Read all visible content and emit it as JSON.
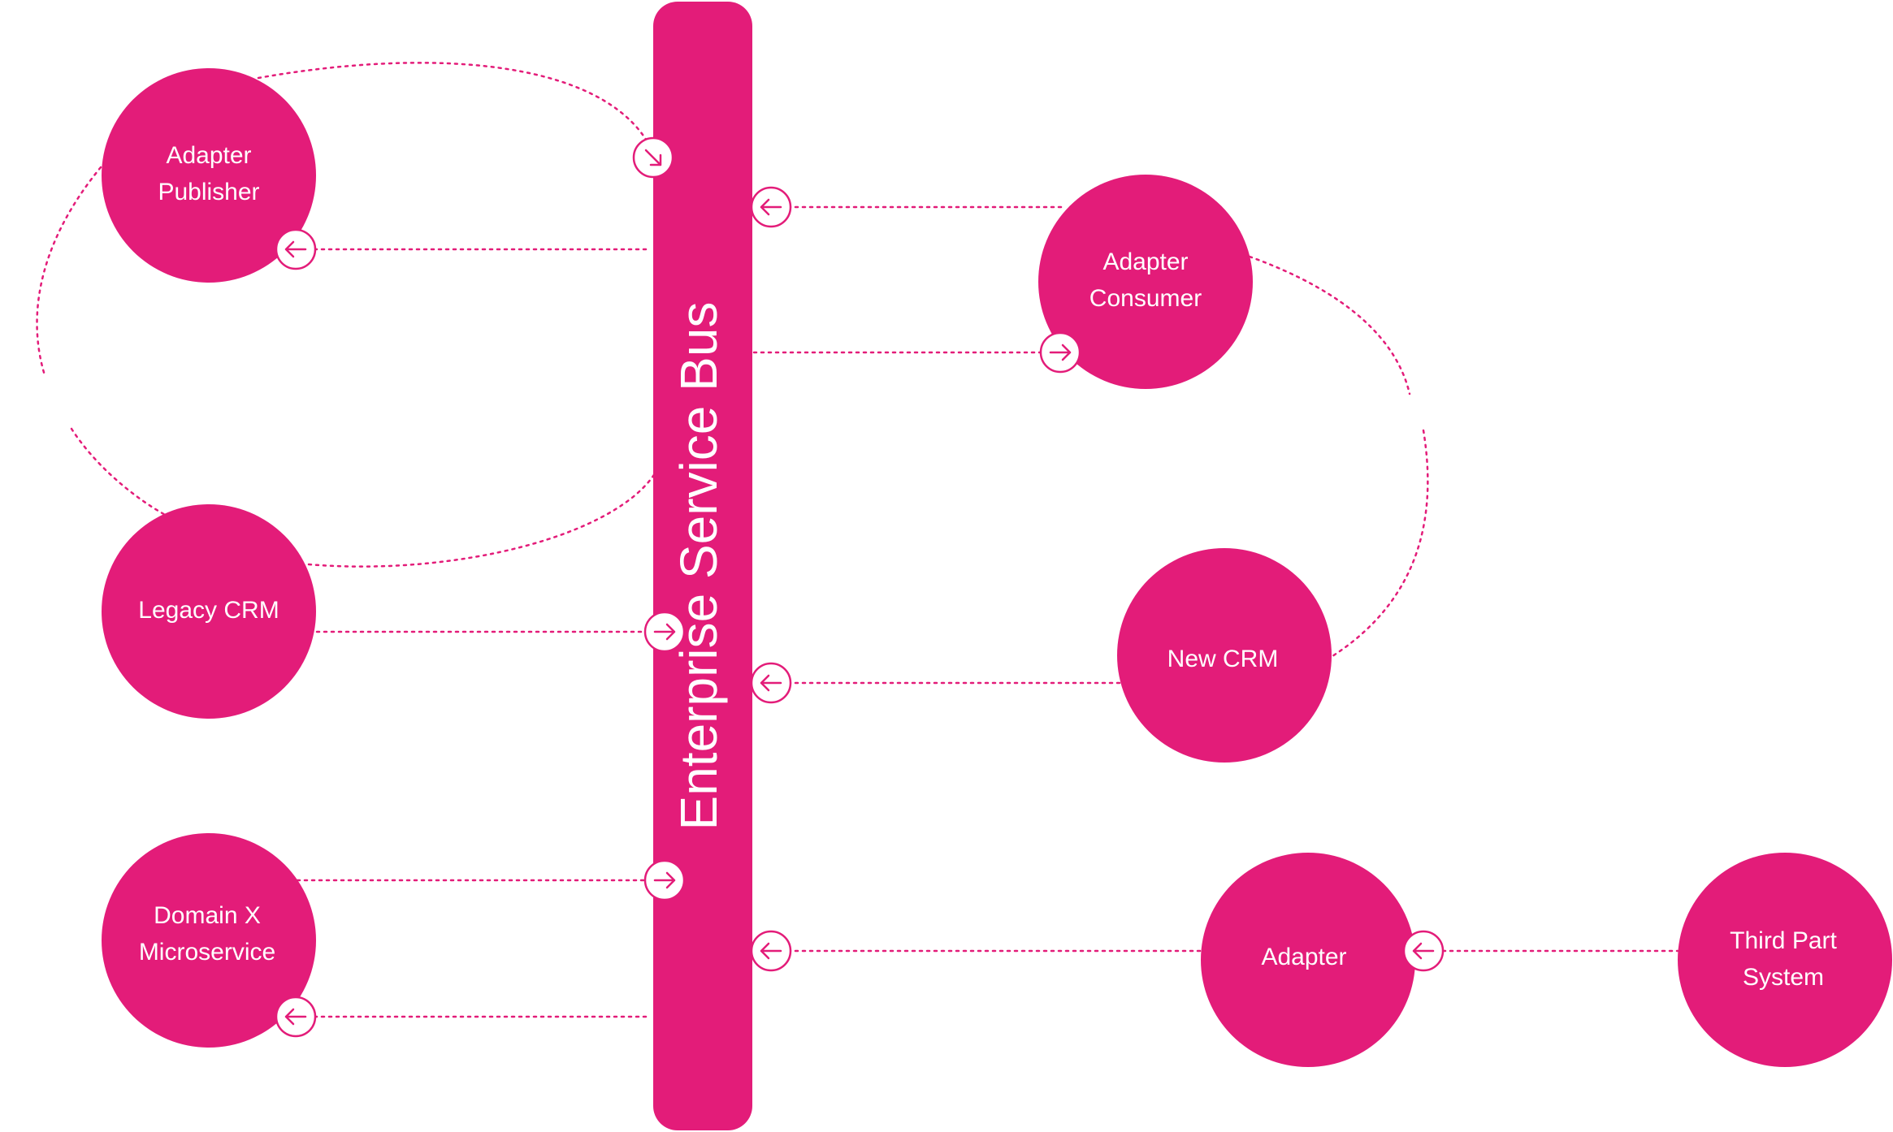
{
  "colors": {
    "accent": "#e31c79",
    "background": "#ffffff",
    "text_on_accent": "#ffffff"
  },
  "bus": {
    "label": "Enterprise Service Bus"
  },
  "nodes": {
    "adapter_publisher": {
      "lines": [
        "Adapter",
        "Publisher"
      ]
    },
    "legacy_crm": {
      "lines": [
        "Legacy CRM"
      ]
    },
    "domain_x": {
      "lines": [
        "Domain X",
        "Microservice"
      ]
    },
    "adapter_consumer": {
      "lines": [
        "Adapter",
        "Consumer"
      ]
    },
    "new_crm": {
      "lines": [
        "New CRM"
      ]
    },
    "adapter": {
      "lines": [
        "Adapter"
      ]
    },
    "third_party": {
      "lines": [
        "Third Part",
        "System"
      ]
    }
  },
  "icons": {
    "arrow_right": "arrow-right-icon",
    "arrow_left": "arrow-left-icon",
    "arrow_down_right": "arrow-down-right-icon"
  }
}
